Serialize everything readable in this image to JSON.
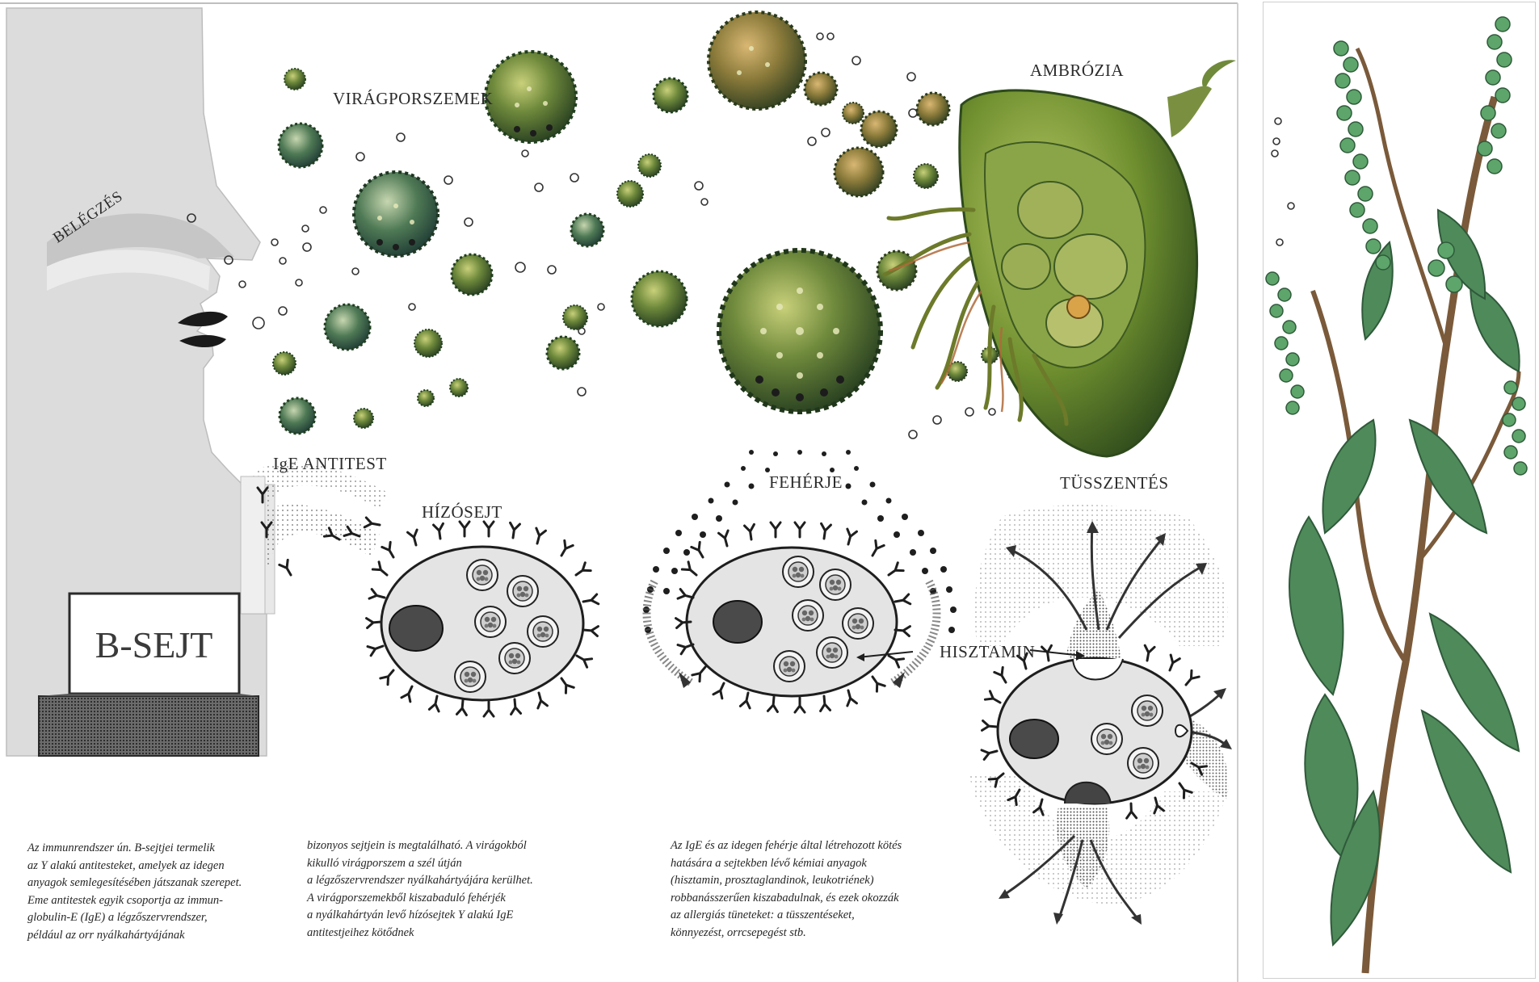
{
  "labels": {
    "belegzes": "BELÉGZÉS",
    "viragporszemek": "VIRÁGPORSZEMEK",
    "ambrozia": "AMBRÓZIA",
    "ige_antitest": "IgE ANTITEST",
    "hizosejt": "HÍZÓSEJT",
    "feherje": "FEHÉRJE",
    "tusszentes": "TÜSSZENTÉS",
    "hisztamin": "HISZTAMIN",
    "b_sejt": "B-SEJT"
  },
  "captions": {
    "col1": [
      "Az immunrendszer ún. B-sejtjei termelik",
      "az Y alakú antitesteket, amelyek az idegen",
      "anyagok semlegesítésében játszanak szerepet.",
      "Eme antitestek egyik csoportja az immun-",
      "globulin-E (IgE) a légzőszervrendszer,",
      "például az orr nyálkahártyájának"
    ],
    "col2": [
      "bizonyos sejtjein is megtalálható. A virágokból",
      "kikulló virágporszem a szél útján",
      "a légzőszervrendszer nyálkahártyájára kerülhet.",
      "A virágporszemekből kiszabaduló fehérjék",
      "a nyálkahártyán levő hízósejtek Y alakú IgE",
      "antitestjeihez kötődnek"
    ],
    "col3": [
      "Az IgE és az idegen fehérje által létrehozott kötés",
      "hatására a sejtekben lévő kémiai anyagok",
      "(hisztamin, prosztaglandinok, leukotriének)",
      "robbanásszerűen kiszabadulnak, és ezek okozzák",
      "az allergiás tüneteket: a tüsszentéseket,",
      "könnyezést, orrcsepegést stb."
    ]
  },
  "colors": {
    "face_gray": "#dcdcdc",
    "pollen_green": "#5f7a3a",
    "pollen_dark": "#2f4a24",
    "plant_green": "#4f8a5a",
    "cell_fill": "#e4e4e4",
    "ink": "#1e1e1e"
  },
  "icons": {
    "pollen": "pollen-grain-icon",
    "antibody": "y-antibody-icon",
    "granule": "granule-icon",
    "arrow": "arrow-icon"
  }
}
